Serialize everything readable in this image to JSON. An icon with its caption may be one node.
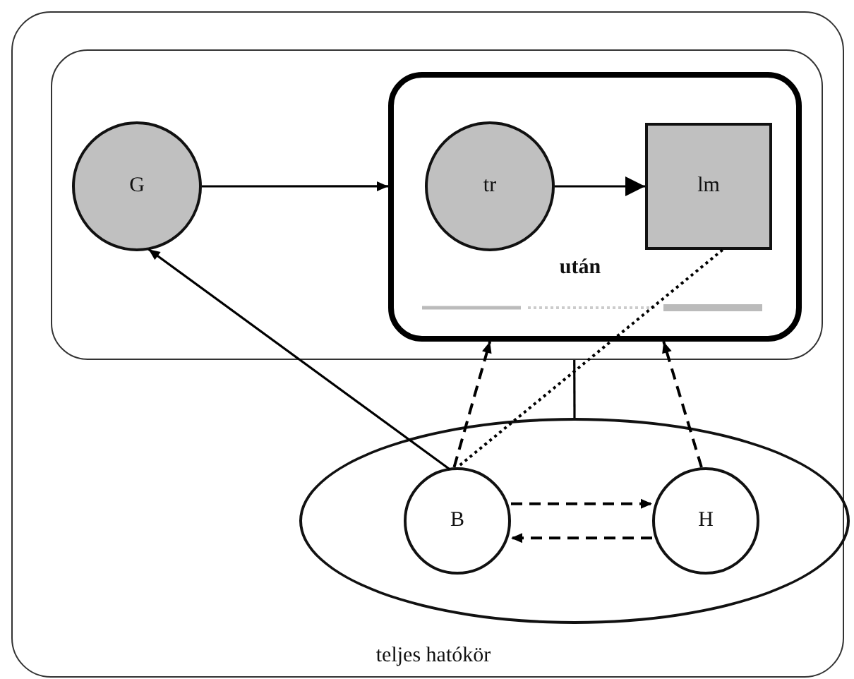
{
  "diagram": {
    "nodes": [
      {
        "text": [
          "teljes hatókör"
        ]
      },
      {
        "text": [],
        "shape": "box",
        "in": 0
      },
      {
        "text": [
          "G"
        ],
        "in": 1
      },
      {
        "text": [
          "után"
        ],
        "in": 1
      },
      {
        "text": [
          "tr"
        ],
        "in": 3
      },
      {
        "text": [
          "lm"
        ],
        "in": 3
      },
      {
        "text": [],
        "shape": "ellipse",
        "in": 0
      },
      {
        "text": [
          "B"
        ],
        "in": 6
      },
      {
        "text": [
          "H"
        ],
        "in": 6
      }
    ],
    "edges": [
      {
        "from": 2,
        "to": 3,
        "arrow": "to"
      },
      {
        "from": 4,
        "to": 5,
        "arrow": "to"
      },
      {
        "from": 7,
        "to": 2,
        "arrow": "to"
      },
      {
        "from": 7,
        "to": 3,
        "arrow": "to",
        "style": "dashed"
      },
      {
        "from": 8,
        "to": 3,
        "arrow": "to",
        "style": "dashed"
      },
      {
        "from": 5,
        "to": 7,
        "arrow": "none",
        "style": "dashed"
      },
      {
        "from": 7,
        "to": 8,
        "arrow": "to",
        "style": "dashed"
      },
      {
        "from": 8,
        "to": 7,
        "arrow": "to",
        "style": "dashed"
      },
      {
        "from": 6,
        "to": 1,
        "arrow": "none"
      }
    ]
  }
}
